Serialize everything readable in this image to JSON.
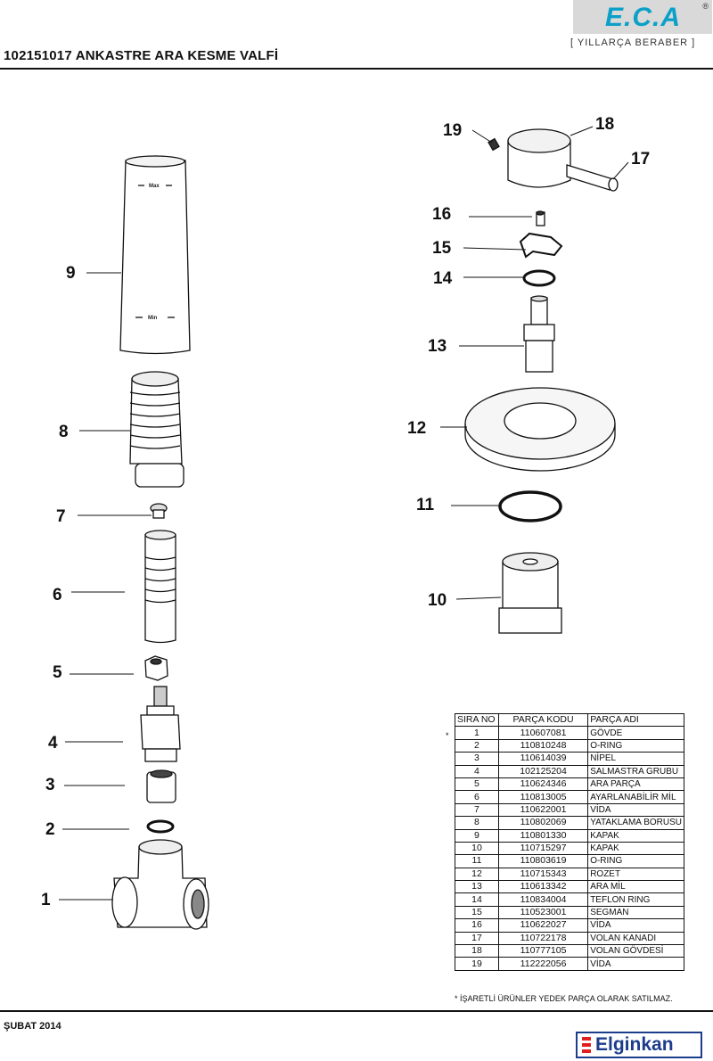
{
  "header": {
    "title": "102151017 ANKASTRE ARA KESME VALFİ",
    "brand": "E.C.A",
    "brand_mark": "®",
    "slogan": "[ YILLARÇA BERABER ]"
  },
  "diagram": {
    "labels": [
      "1",
      "2",
      "3",
      "4",
      "5",
      "6",
      "7",
      "8",
      "9",
      "10",
      "11",
      "12",
      "13",
      "14",
      "15",
      "16",
      "17",
      "18",
      "19"
    ],
    "tube_marks": {
      "max": "Max",
      "min": "Min"
    }
  },
  "parts_table": {
    "headers": [
      "SIRA NO",
      "PARÇA KODU",
      "PARÇA ADI"
    ],
    "rows": [
      {
        "no": "1",
        "code": "110607081",
        "name": "GÖVDE"
      },
      {
        "no": "2",
        "code": "110810248",
        "name": "O-RING"
      },
      {
        "no": "3",
        "code": "110614039",
        "name": "NİPEL"
      },
      {
        "no": "4",
        "code": "102125204",
        "name": "SALMASTRA GRUBU"
      },
      {
        "no": "5",
        "code": "110624346",
        "name": "ARA PARÇA"
      },
      {
        "no": "6",
        "code": "110813005",
        "name": "AYARLANABİLİR MİL"
      },
      {
        "no": "7",
        "code": "110622001",
        "name": "VİDA"
      },
      {
        "no": "8",
        "code": "110802069",
        "name": "YATAKLAMA BORUSU"
      },
      {
        "no": "9",
        "code": "110801330",
        "name": "KAPAK"
      },
      {
        "no": "10",
        "code": "110715297",
        "name": "KAPAK"
      },
      {
        "no": "11",
        "code": "110803619",
        "name": "O-RING"
      },
      {
        "no": "12",
        "code": "110715343",
        "name": "ROZET"
      },
      {
        "no": "13",
        "code": "110613342",
        "name": "ARA MİL"
      },
      {
        "no": "14",
        "code": "110834004",
        "name": "TEFLON RING"
      },
      {
        "no": "15",
        "code": "110523001",
        "name": "SEGMAN"
      },
      {
        "no": "16",
        "code": "110622027",
        "name": "VİDA"
      },
      {
        "no": "17",
        "code": "110722178",
        "name": "VOLAN KANADI"
      },
      {
        "no": "18",
        "code": "110777105",
        "name": "VOLAN GÖVDESİ"
      },
      {
        "no": "19",
        "code": "112222056",
        "name": "VİDA"
      }
    ],
    "star": "*",
    "note": "* İŞARETLİ ÜRÜNLER YEDEK PARÇA OLARAK SATILMAZ."
  },
  "footer": {
    "date": "ŞUBAT 2014",
    "brand": "Elginkan"
  }
}
